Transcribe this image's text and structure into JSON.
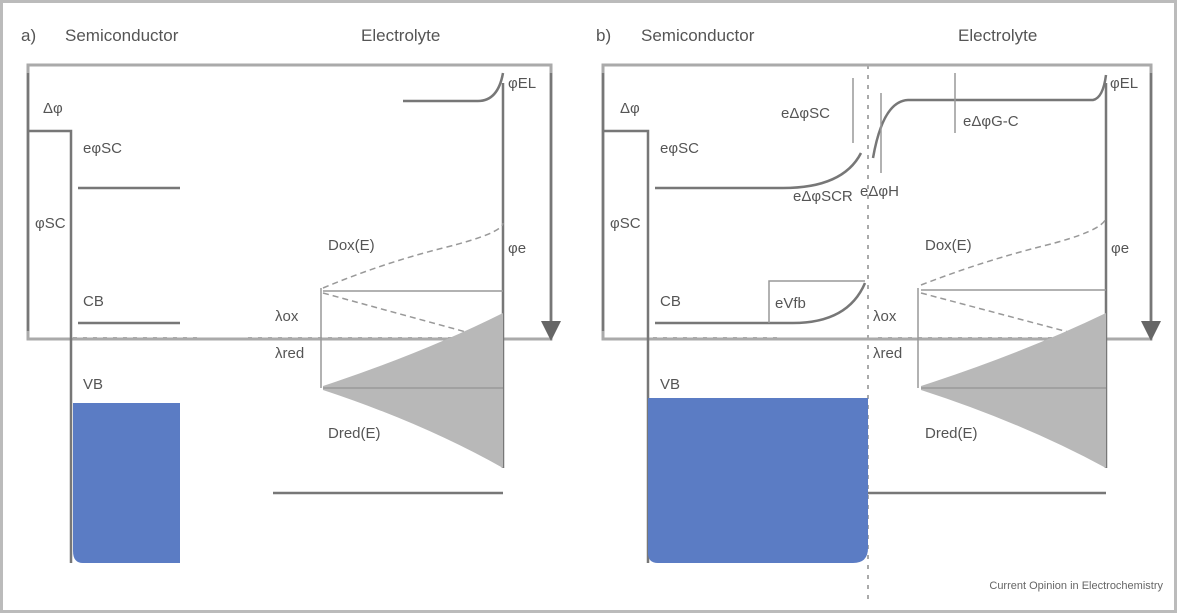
{
  "panel_a": {
    "label": "a)",
    "semiconductor": "Semiconductor",
    "electrolyte": "Electrolyte",
    "delta_phi": "Δφ",
    "e_phi_sc": "eφSC",
    "phi_sc": "φSC",
    "cb": "CB",
    "vb": "VB",
    "d_ox": "Dox(E)",
    "d_red": "Dred(E)",
    "lambda_ox": "λox",
    "lambda_red": "λred",
    "phi_el": "φEL",
    "phi_e": "φe"
  },
  "panel_b": {
    "label": "b)",
    "semiconductor": "Semiconductor",
    "electrolyte": "Electrolyte",
    "delta_phi": "Δφ",
    "e_phi_sc": "eφSC",
    "e_delta_phi_sc": "eΔφSC",
    "e_delta_phi_gc": "eΔφG-C",
    "e_delta_phi_scr": "eΔφSCR",
    "e_delta_phi_h": "eΔφH",
    "e_v_fb": "eVfb",
    "phi_sc": "φSC",
    "cb": "CB",
    "vb": "VB",
    "d_ox": "Dox(E)",
    "d_red": "Dred(E)",
    "lambda_ox": "λox",
    "lambda_red": "λred",
    "phi_el": "φEL",
    "phi_e": "φe"
  },
  "footer": "Current Opinion in Electrochemistry",
  "colors": {
    "vb_fill": "#5b7cc4",
    "dred_fill": "#b8b8b8"
  }
}
